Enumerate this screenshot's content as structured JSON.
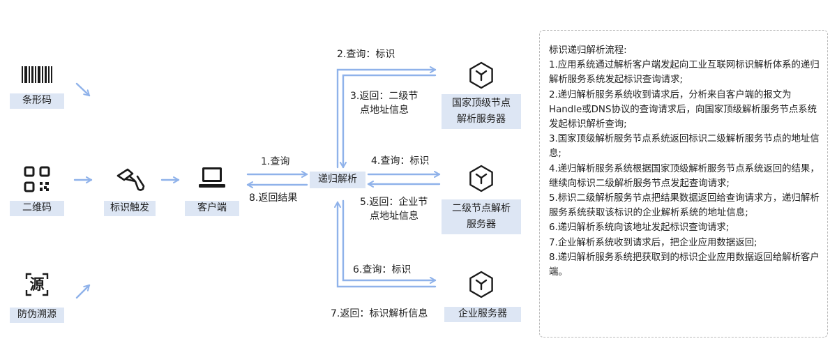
{
  "diagram": {
    "sources": {
      "barcode": "条形码",
      "qrcode": "二维码",
      "traceability": "防伪溯源",
      "trace_glyph": "源"
    },
    "nodes": {
      "trigger": "标识触发",
      "client": "客户端",
      "recursive": "递归解析",
      "national_line1": "国家顶级节点",
      "national_line2": "解析服务器",
      "secondary_line1": "二级节点解析",
      "secondary_line2": "服务器",
      "enterprise": "企业服务器"
    },
    "edges": {
      "step1": "1.查询",
      "step8": "8.返回结果",
      "step2": "2.查询：标识",
      "step3_line1": "3.返回：二级节",
      "step3_line2": "点地址信息",
      "step4": "4.查询：标识",
      "step5_line1": "5.返回：企业节",
      "step5_line2": "点地址信息",
      "step6": "6.查询：标识",
      "step7": "7.返回：标识解析信息"
    },
    "colors": {
      "label_bg": "#dde6f4",
      "arrow": "#8fb2ea",
      "icon": "#1a1a1a"
    },
    "icons": [
      "barcode-icon",
      "qrcode-icon",
      "trace-stamp-icon",
      "scanner-icon",
      "laptop-icon",
      "node-cube-icon"
    ]
  },
  "panel": {
    "lines": [
      "标识递归解析流程:",
      "1.应用系统通过解析客户端发起向工业互联网标识解析体系的递归解析服务系统发起标识查询请求;",
      "2.递归解析服务系统收到请求后，分析来自客户端的报文为Handle或DNS协议的查询请求后，向国家顶级解析服务节点系统发起标识解析查询;",
      "3.国家顶级解析服务节点系统返回标识二级解析服务节点的地址信息;",
      "4.递归解析服务系统根据国家顶级解析服务节点系统返回的结果，继续向标识二级解析服务节点发起查询请求;",
      "5.标识二级解析服务节点把结果数据返回给查询请求方，递归解析服务系统获取该标识的企业解析系统的地址信息;",
      "6.递归解析系统向该地址发起标识查询请求;",
      "7.企业解析系统收到请求后，把企业应用数据返回;",
      "8.递归解析服务系统把获取到的标识企业应用数据返回给解析客户端。"
    ]
  }
}
